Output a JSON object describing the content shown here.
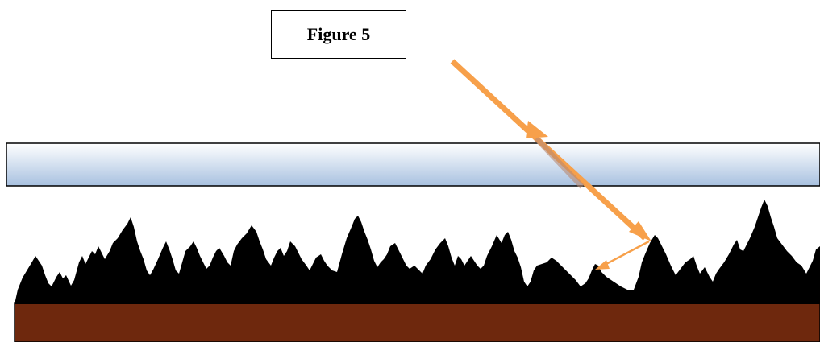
{
  "figure_label": "Figure 5",
  "colors": {
    "glass_top": "#ffffff",
    "glass_bottom": "#a8c1e0",
    "ground": "#6e280d",
    "rough_surface": "#000000",
    "ray": "#f7a04a"
  },
  "shapes": [
    "figure-label-box",
    "glass-plate",
    "rough-surface",
    "ground-block",
    "incident-ray",
    "reflected-ray"
  ]
}
